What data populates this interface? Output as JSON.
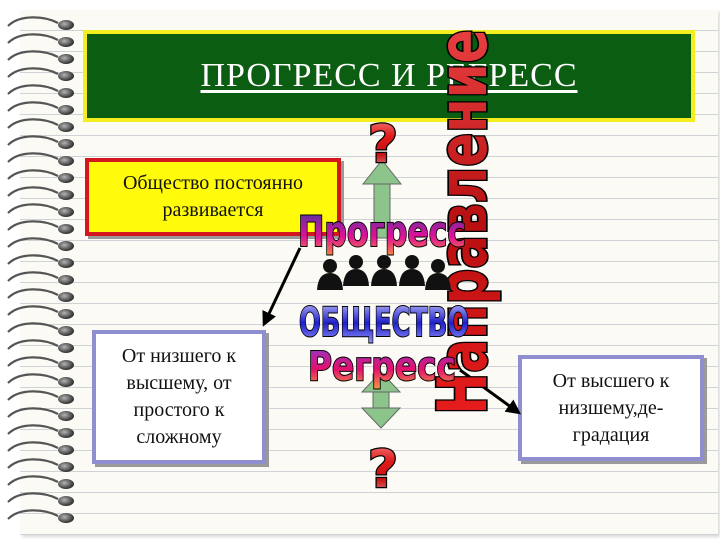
{
  "title": "ПРОГРЕСС И РЕГРЕСС",
  "boxes": {
    "top": "Общество постоянно развивается",
    "left": "От низшего к высшему, от простого к сложному",
    "right": "От высшего к низшему,де-градация"
  },
  "wordart": {
    "direction": "Направление",
    "progress": "Прогресс",
    "society": "ОБЩЕСТВО",
    "regress": "Регресс",
    "question_top": "?",
    "question_bottom": "?"
  },
  "colors": {
    "title_bg": "#0b5d12",
    "title_border": "#f2ee20",
    "top_box_bg": "#fffb0a",
    "top_box_border": "#d4161e",
    "side_box_border": "#8f8fcf",
    "arrow_green": "#8cc48c"
  },
  "icons": [
    "people-silhouettes-icon",
    "double-arrow-icon",
    "black-arrow-icon"
  ]
}
